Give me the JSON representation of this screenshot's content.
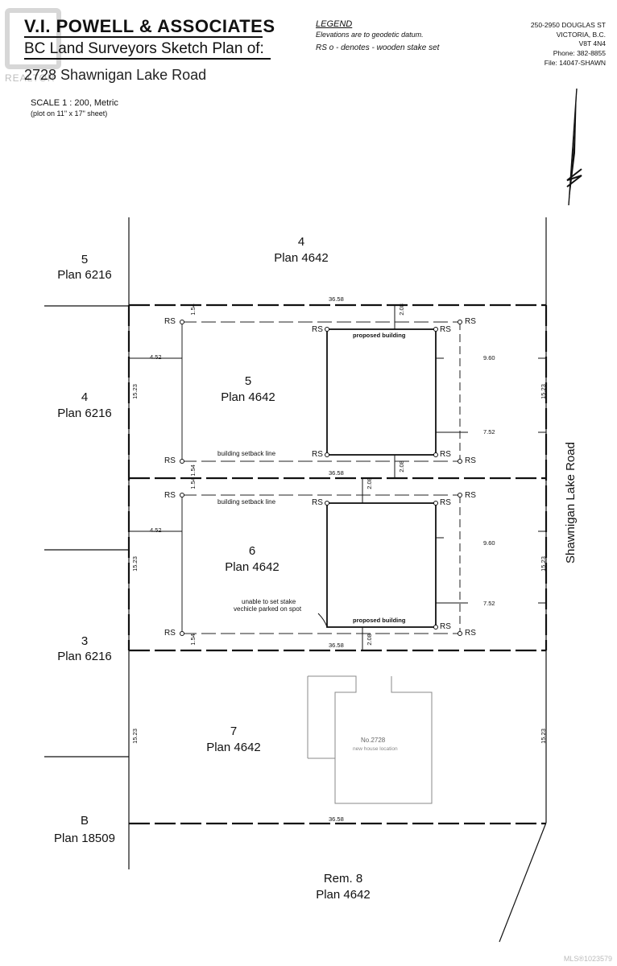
{
  "header": {
    "company": "V.I. POWELL & ASSOCIATES",
    "subtitle": "BC Land Surveyors Sketch Plan of:",
    "property": "2728 Shawnigan Lake Road",
    "scale": "SCALE 1 : 200, Metric",
    "plot_note": "(plot on 11\" x 17\" sheet)"
  },
  "legend": {
    "title": "LEGEND",
    "line1": "Elevations are to geodetic datum.",
    "line2": "RS o - denotes - wooden stake set"
  },
  "address": {
    "line1": "250-2950 DOUGLAS ST",
    "line2": "VICTORIA, B.C.",
    "line3": "V8T 4N4",
    "line4": "Phone: 382-8855",
    "line5": "File: 14047-SHAWN"
  },
  "watermark": {
    "text": "REALTOR"
  },
  "mls": "MLS®1023579",
  "road": "Shawnigan Lake Road",
  "lots": {
    "top_lot": "4",
    "top_plan": "Plan 4642",
    "w1_lot": "5",
    "w1_plan": "Plan 6216",
    "w2_lot": "4",
    "w2_plan": "Plan 6216",
    "w3_lot": "3",
    "w3_plan": "Plan 6216",
    "w4_lot": "B",
    "w4_plan": "Plan 18509",
    "lot5": "5",
    "lot5_plan": "Plan 4642",
    "lot6": "6",
    "lot6_plan": "Plan 4642",
    "lot7": "7",
    "lot7_plan": "Plan 4642",
    "rem_lot": "Rem. 8",
    "rem_plan": "Plan 4642"
  },
  "dims": {
    "width": "36.58",
    "depth": "15.23",
    "front_setback": "1.54",
    "side_setback": "4.52",
    "rear_setback": "2.08",
    "road_setback_a": "9.60",
    "road_setback_b": "7.52"
  },
  "labels": {
    "stake": "RS",
    "proposed": "proposed building",
    "setback_line": "building setback line",
    "unable_1": "unable to set stake",
    "unable_2": "vechicle parked on spot",
    "house_no": "No.2728",
    "house_note": "new house location"
  }
}
